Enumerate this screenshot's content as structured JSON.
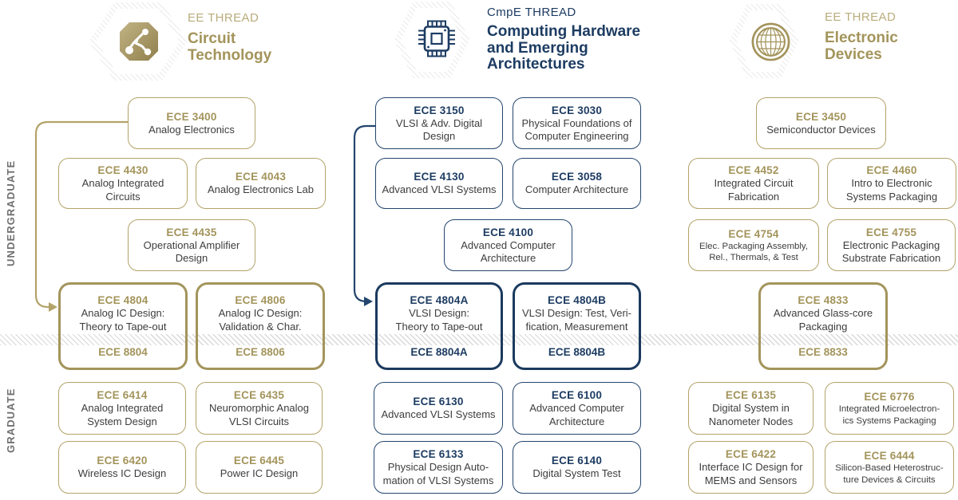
{
  "colors": {
    "gold": "#b3a369",
    "gold_dark": "#a3945b",
    "navy": "#1d3c62",
    "label_gray": "#6f6f6f"
  },
  "side_labels": {
    "top": "UNDERGRADUATE",
    "bottom": "GRADUATE"
  },
  "threads": [
    {
      "label": "EE THREAD",
      "title_lines": [
        "Circuit",
        "Technology"
      ],
      "icon": "circuit-chip-icon"
    },
    {
      "label": "CmpE THREAD",
      "title_lines": [
        "Computing Hardware",
        "and Emerging",
        "Architectures"
      ],
      "icon": "cpu-chip-icon"
    },
    {
      "label": "EE THREAD",
      "title_lines": [
        "Electronic",
        "Devices"
      ],
      "icon": "globe-icon"
    }
  ],
  "courses": {
    "c3400": {
      "code": "ECE 3400",
      "title": [
        "Analog Electronics"
      ]
    },
    "c4430": {
      "code": "ECE 4430",
      "title": [
        "Analog Integrated",
        "Circuits"
      ]
    },
    "c4043": {
      "code": "ECE 4043",
      "title": [
        "Analog Electronics Lab"
      ]
    },
    "c4435": {
      "code": "ECE 4435",
      "title": [
        "Operational Amplifier",
        "Design"
      ]
    },
    "c4804": {
      "code": "ECE 4804",
      "title": [
        "Analog IC Design:",
        "Theory to Tape-out"
      ],
      "grad_code": "ECE 8804"
    },
    "c4806": {
      "code": "ECE 4806",
      "title": [
        "Analog IC Design:",
        "Validation & Char."
      ],
      "grad_code": "ECE 8806"
    },
    "c6414": {
      "code": "ECE 6414",
      "title": [
        "Analog Integrated",
        "System Design"
      ]
    },
    "c6435": {
      "code": "ECE 6435",
      "title": [
        "Neuromorphic Analog",
        "VLSI Circuits"
      ]
    },
    "c6420": {
      "code": "ECE 6420",
      "title": [
        "Wireless IC Design"
      ]
    },
    "c6445": {
      "code": "ECE 6445",
      "title": [
        "Power IC Design"
      ]
    },
    "c3150": {
      "code": "ECE 3150",
      "title": [
        "VLSI & Adv. Digital",
        "Design"
      ]
    },
    "c3030": {
      "code": "ECE 3030",
      "title": [
        "Physical Foundations of",
        "Computer Engineering"
      ]
    },
    "c4130": {
      "code": "ECE 4130",
      "title": [
        "Advanced VLSI Systems"
      ]
    },
    "c3058": {
      "code": "ECE 3058",
      "title": [
        "Computer Architecture"
      ]
    },
    "c4100": {
      "code": "ECE 4100",
      "title": [
        "Advanced Computer",
        "Architecture"
      ]
    },
    "c4804a": {
      "code": "ECE 4804A",
      "title": [
        "VLSI Design:",
        "Theory to Tape-out"
      ],
      "grad_code": "ECE 8804A"
    },
    "c4804b": {
      "code": "ECE 4804B",
      "title": [
        "VLSI Design: Test, Veri-",
        "fication, Measurement"
      ],
      "grad_code": "ECE 8804B"
    },
    "c6130": {
      "code": "ECE 6130",
      "title": [
        "Advanced VLSI Systems"
      ]
    },
    "c6100": {
      "code": "ECE 6100",
      "title": [
        "Advanced Computer",
        "Architecture"
      ]
    },
    "c6133": {
      "code": "ECE 6133",
      "title": [
        "Physical Design Auto-",
        "mation of VLSI Systems"
      ]
    },
    "c6140": {
      "code": "ECE 6140",
      "title": [
        "Digital System Test"
      ]
    },
    "c3450": {
      "code": "ECE 3450",
      "title": [
        "Semiconductor Devices"
      ]
    },
    "c4452": {
      "code": "ECE 4452",
      "title": [
        "Integrated Circuit",
        "Fabrication"
      ]
    },
    "c4460": {
      "code": "ECE 4460",
      "title": [
        "Intro to Electronic",
        "Systems Packaging"
      ]
    },
    "c4754": {
      "code": "ECE 4754",
      "title": [
        "Elec. Packaging Assembly,",
        "Rel., Thermals, & Test"
      ]
    },
    "c4755": {
      "code": "ECE 4755",
      "title": [
        "Electronic Packaging",
        "Substrate Fabrication"
      ]
    },
    "c4833": {
      "code": "ECE 4833",
      "title": [
        "Advanced Glass-core",
        "Packaging"
      ],
      "grad_code": "ECE 8833"
    },
    "c6135": {
      "code": "ECE 6135",
      "title": [
        "Digital System in",
        "Nanometer Nodes"
      ]
    },
    "c6776": {
      "code": "ECE 6776",
      "title": [
        "Integrated Microelectron-",
        "ics Systems Packaging"
      ]
    },
    "c6422": {
      "code": "ECE 6422",
      "title": [
        "Interface IC Design for",
        "MEMS and Sensors"
      ]
    },
    "c6444": {
      "code": "ECE 6444",
      "title": [
        "Silicon-Based Heterostruc-",
        "ture Devices & Circuits"
      ]
    }
  }
}
